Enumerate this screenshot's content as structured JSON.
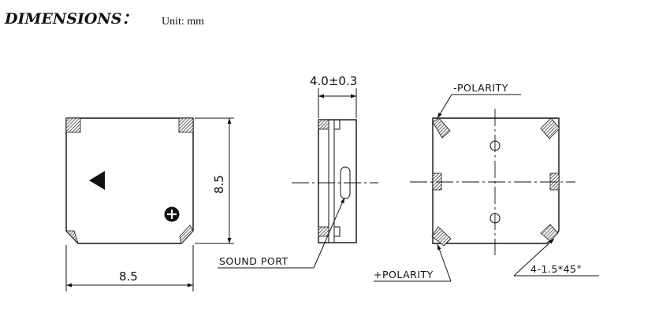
{
  "header": {
    "title": "DIMENSIONS：",
    "unit": "Unit: mm"
  },
  "labels": {
    "width": "8.5",
    "height": "8.5",
    "thickness": "4.0±0.3",
    "sound_port": "SOUND PORT",
    "neg_polarity": "-POLARITY",
    "pos_polarity": "+POLARITY",
    "chamfer": "4-1.5*45°"
  }
}
